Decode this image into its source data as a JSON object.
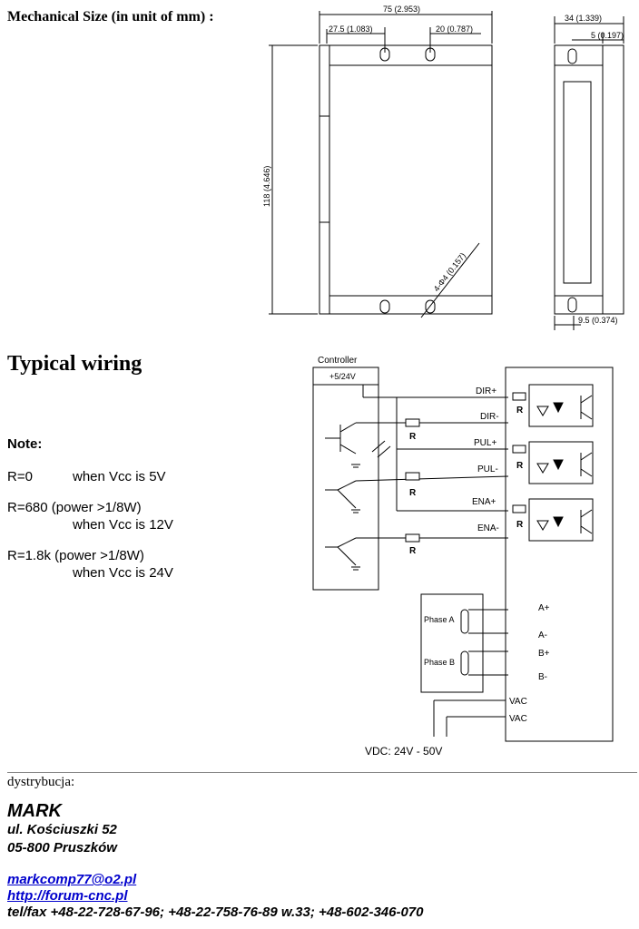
{
  "headings": {
    "mechanical": "Mechanical Size (in unit of mm) :",
    "wiring": "Typical wiring"
  },
  "notes": {
    "label": "Note:",
    "r0": "R=0",
    "r0_cond": "when Vcc is 5V",
    "r680": "R=680 (power >1/8W)",
    "r680_cond": "when Vcc is 12V",
    "r18k": "R=1.8k (power >1/8W)",
    "r18k_cond": "when Vcc is 24V"
  },
  "mechanical": {
    "width": "75 (2.953)",
    "hole_left": "27.5 (1.083)",
    "hole_spacing": "20 (0.787)",
    "height": "118 (4.646)",
    "holes": "4-Φ4 (0.157)",
    "depth": "34 (1.339)",
    "flange": "5 (0.197)",
    "slot": "9.5 (0.374)"
  },
  "wiring": {
    "controller": "Controller",
    "vcc": "+5/24V",
    "r_label": "R",
    "dir_plus": "DIR+",
    "dir_minus": "DIR-",
    "pul_plus": "PUL+",
    "pul_minus": "PUL-",
    "ena_plus": "ENA+",
    "ena_minus": "ENA-",
    "phase_a": "Phase A",
    "phase_b": "Phase B",
    "a_plus": "A+",
    "a_minus": "A-",
    "b_plus": "B+",
    "b_minus": "B-",
    "vac": "VAC",
    "vdc": "VDC: 24V - 50V"
  },
  "footer": {
    "distribution": "dystrybucja:",
    "company": "MARK",
    "street": "ul. Kościuszki 52",
    "city": "05-800 Pruszków",
    "email": "markcomp77@o2.pl",
    "website": "http://forum-cnc.pl",
    "phone": "tel/fax +48-22-728-67-96; +48-22-758-76-89 w.33;  +48-602-346-070"
  }
}
